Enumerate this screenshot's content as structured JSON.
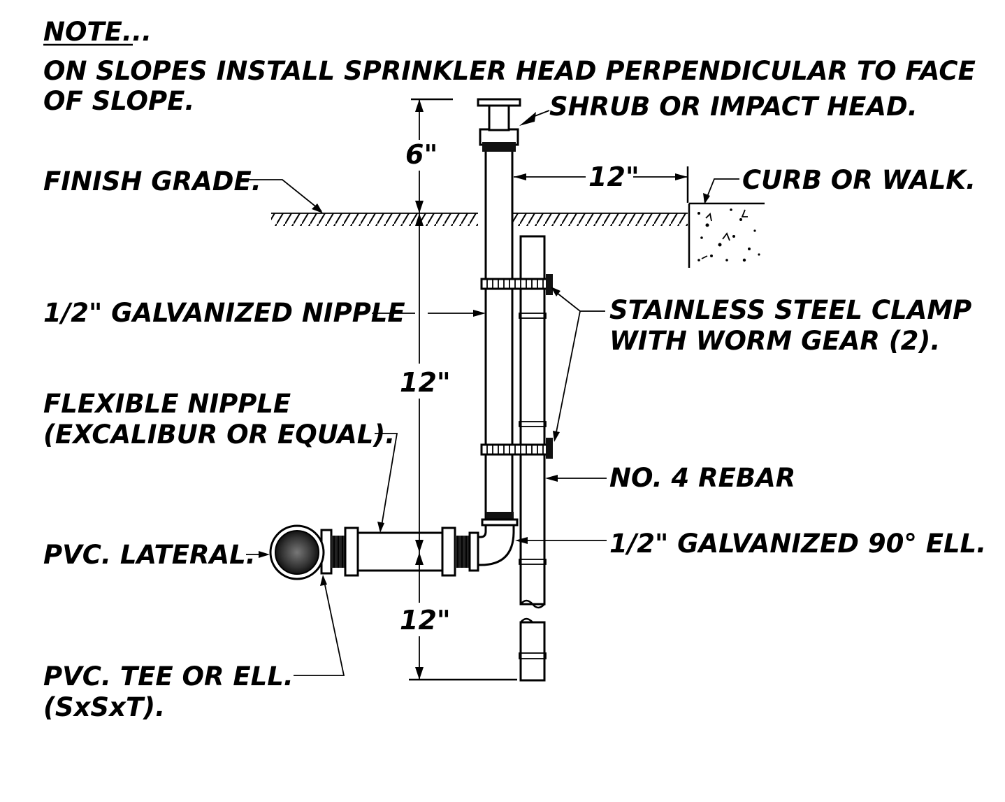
{
  "note": {
    "heading": "NOTE...",
    "line1": "ON SLOPES INSTALL SPRINKLER HEAD PERPENDICULAR TO FACE",
    "line2": "OF SLOPE."
  },
  "labels": {
    "shrub_head": "SHRUB OR IMPACT HEAD.",
    "finish_grade": "FINISH GRADE.",
    "curb_walk": "CURB OR WALK.",
    "galv_nipple": "1/2\" GALVANIZED NIPPLE",
    "clamp_line1": "STAINLESS STEEL CLAMP",
    "clamp_line2": "WITH WORM GEAR (2).",
    "flex_line1": "FLEXIBLE NIPPLE",
    "flex_line2": "(EXCALIBUR OR EQUAL).",
    "rebar": "NO. 4 REBAR",
    "pvc_lateral": "PVC. LATERAL.",
    "galv_ell": "1/2\" GALVANIZED 90° ELL.",
    "tee_line1": "PVC. TEE OR ELL.",
    "tee_line2": "(SxSxT)."
  },
  "dimensions": {
    "top": "6\"",
    "curb": "12\"",
    "middle": "12\"",
    "bottom": "12\""
  }
}
